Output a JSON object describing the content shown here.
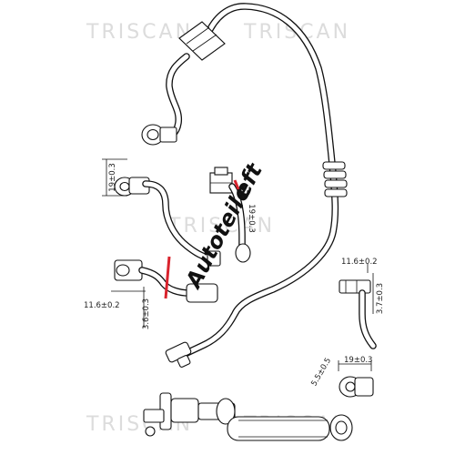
{
  "watermark": {
    "brand": "TRISCAN"
  },
  "logo": {
    "text": "Autoteile",
    "text_part2": "eft",
    "accent_color": "#d9232d"
  },
  "dimensions": {
    "d1": "19±0.3",
    "d2": "11.6±0.2",
    "d3": "3.6±0.3",
    "d4": "11.6±0.2",
    "d5": "3.7±0.3",
    "d6": "19±0.3",
    "d7": "5.5±0.5",
    "d8": "19±0.3"
  }
}
